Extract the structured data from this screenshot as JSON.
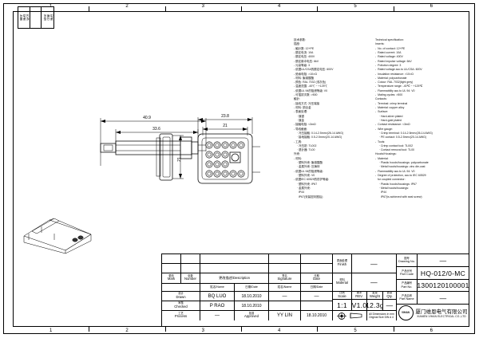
{
  "sheet": {
    "zone_numbers_top": [
      "1",
      "2",
      "3",
      "4",
      "5",
      "6"
    ],
    "zone_numbers_bottom": [
      "1",
      "2",
      "3",
      "4",
      "5",
      "6"
    ],
    "corner_cells": [
      {
        "label": "图号\n更改\n标记"
      },
      {
        "label": "签名\n日期\n更改"
      }
    ]
  },
  "spec_cn": "技术参数:\n插座:\n- 触针数: 12+PE\n- 额定电流: 10A\n- 额定电压: 400V\n- 额定脉冲电压: 6kV\n- 污染等级: 3\n- 依据UL/CSA的额定电压: 600V\n- 绝缘电阻: >10¹²Ω\n- 材料: 聚碳酸酯\n- 颜色: RAL 7032 (浅灰色)\n- 温度范围: -40℃ ~ +125℃\n- 依据UL 94的阻燃等级: V0\n- 可插拔次数: >500\n触针:\n- 接线方式: 冷压端接\n- 材料: 铜合金\n- 表面处理:\n    · 镀银\n    · 镀金\n- 接触电阻: <3mΩ\n- 导线截面:\n    · 冷压接触: 0.14-2.5mm²(26-14 AWG)\n    · 接地接触: 0.5-2.5mm²(20-14 AWG)\n- 工具:\n    · 冷压钳: TL002\n    · 退针器: TL00\n外壳:\n- 材料:\n    · 塑料外壳: 聚碳酸酯\n    · 金属外壳: 压铸锌\n- 依据UL 94的阻燃等级:\n    · 塑料外壳: V0\n- 依据IEC 60529的防护等级:\n    · 塑料外壳: IP67\n    · 金属外壳:\n      IP44\n      IP67(安装密封圈后)",
  "spec_en": "Technical specification:\nInserts:\n-  No. of contact: 12+PE\n-  Rated current: 10A\n-  Rated voltage: 400V\n-  Rated impulse voltage: 6kV\n-  Pollution degree: 3\n-  Rated voltage acc.to UL/CSA: 600V\n-  Insulation resistance: >10¹²Ω\n-  Material: polycarbonate\n-  Colour: RAL 7032(light grey)\n-  Temperature range: -40℃ ~ +125℃\n-  Flammability acc.to UL 94: V0\n-  Mating cycles: >500\nContacts:\n-  Terminal: crimp terminal\n-  Material: copper alloy\n-  Surface:\n     · Hard-silver plated\n     · Hard-gold plated\n-  Contact resistance: <3mΩ\n-  Wire gauge:\n     · Crimp terminal: 0.14-2.5mm²(26-14 AWG)\n     · PE contact: 0.5-2.5mm²(20-14 AWG)\n-  Tools:\n     · Crimp contact tool: TL002\n     · Contact removal tool: TL00\nHoods/Housings:\n-  Material:\n     · Plastic hoods/housings: polycarbonate\n     · Metal hoods/housings: zinc die-cast\n-  Flammability acc.to UL 94: V0\n-  Degree of protection, acc.to IEC 60529\n   for coupled connector:\n     · Plastic hoods/housings: IP67\n     · Metal hoods/housings:\n       IP44\n       IP67(is achieved with seal screw)",
  "dimensions": {
    "side_overall": "40.9",
    "side_body": "33.6",
    "front_width": "23.8",
    "front_inner": "21",
    "front_height": "21"
  },
  "title_block": {
    "revision_header": {
      "mark_cn": "更改",
      "mark_en": "Mark",
      "number_cn": "处数",
      "number_en": "Number",
      "description": "更改描述/Description",
      "signature_cn": "签名",
      "signature_en": "Signature",
      "date_cn": "日期",
      "date_en": "Date"
    },
    "finish": {
      "cn": "表面处理",
      "en": "Finish",
      "value": "—"
    },
    "material": {
      "cn": "材料",
      "en": "Material",
      "value": "—"
    },
    "drawing_no": {
      "cn": "图号",
      "en": "Drawing No.",
      "value": "—"
    },
    "part_code": {
      "cn": "产品代号",
      "en": "Part Code",
      "value": "HQ-012/0-MC"
    },
    "part_no": {
      "cn": "产品编号",
      "en": "Part No.",
      "value": "1300120100001"
    },
    "part_name": {
      "cn": "产品名称",
      "en": "Part Name",
      "value": "—"
    },
    "columns": {
      "name_cn": "姓名",
      "name_en": "Name",
      "date_cn": "日期",
      "date_en": "Date",
      "rev_cn": "版本",
      "rev_en": "REV.",
      "weight_cn": "重量",
      "weight_en": "Weight",
      "qty_cn": "数量",
      "qty_en": "Qty.",
      "scale_cn": "比例",
      "scale_en": "Scale",
      "stand_cn": "标准化",
      "stand_en": "Stand.",
      "approved_cn": "批准",
      "approved_en": "Approved"
    },
    "rows": [
      {
        "role_cn": "设计",
        "role_en": "Drawn",
        "name": "BQ  LUO",
        "date": "18.10.2010"
      },
      {
        "role_cn": "审核",
        "role_en": "Checked",
        "name": "P  RAO",
        "date": "18.10.2010"
      },
      {
        "role_cn": "工艺",
        "role_en": "Process",
        "name": "—",
        "date": ""
      }
    ],
    "stand_row": {
      "name": "—",
      "date": "—"
    },
    "approved_row": {
      "name": "YY  LIN",
      "date": "18.10.2010"
    },
    "scale_value": "1:1",
    "rev_value": "V1.0",
    "weight_value": "12.3g",
    "qty_value": "—",
    "notes": "All Dimensions in mm\nOriginal Size DIN A 4",
    "company_cn": "厦门维恩电气有限公司",
    "company_en": "XIAMEN VIHAN ELECTRICAL CO.,LTD",
    "logo_text": "VIHAN"
  }
}
